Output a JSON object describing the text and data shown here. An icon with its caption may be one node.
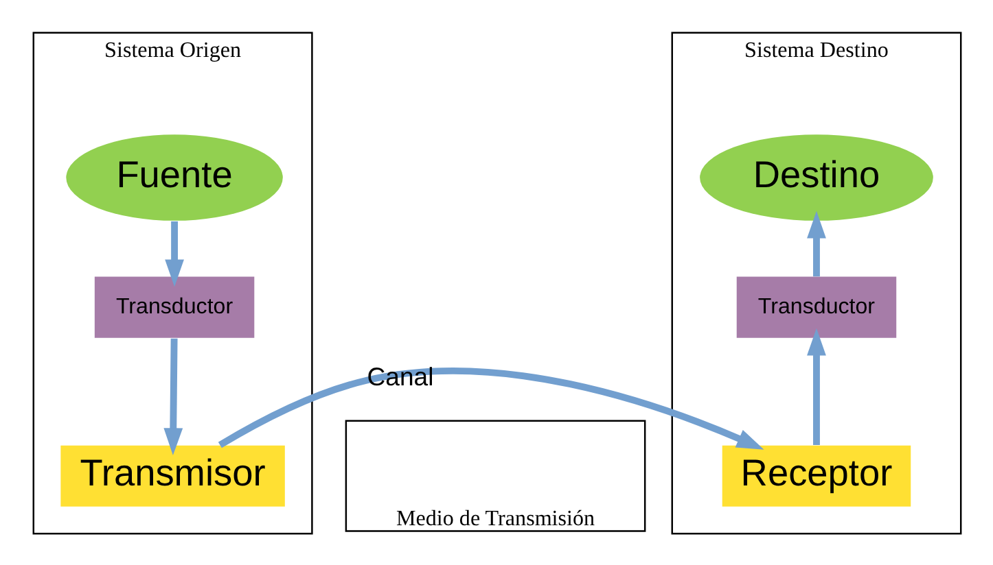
{
  "diagram": {
    "nodes": [
      {
        "text": [
          "Sistema Origen"
        ]
      },
      {
        "text": [
          "Fuente"
        ],
        "in": 0
      },
      {
        "text": [
          "Transductor"
        ],
        "in": 0
      },
      {
        "text": [
          "Transmisor"
        ],
        "in": 0
      },
      {
        "text": [
          "Medio de Transmisión"
        ]
      },
      {
        "text": [
          "Sistema Destino"
        ]
      },
      {
        "text": [
          "Destino"
        ],
        "in": 5
      },
      {
        "text": [
          "Transductor"
        ],
        "in": 5
      },
      {
        "text": [
          "Receptor"
        ],
        "in": 5
      }
    ],
    "edges": [
      {
        "from": 1,
        "to": 2,
        "arrow": "to"
      },
      {
        "from": 2,
        "to": 3,
        "arrow": "to"
      },
      {
        "from": 3,
        "to": 8,
        "arrow": "to",
        "label": "Canal"
      },
      {
        "from": 8,
        "to": 7,
        "arrow": "to"
      },
      {
        "from": 7,
        "to": 6,
        "arrow": "to"
      }
    ]
  }
}
